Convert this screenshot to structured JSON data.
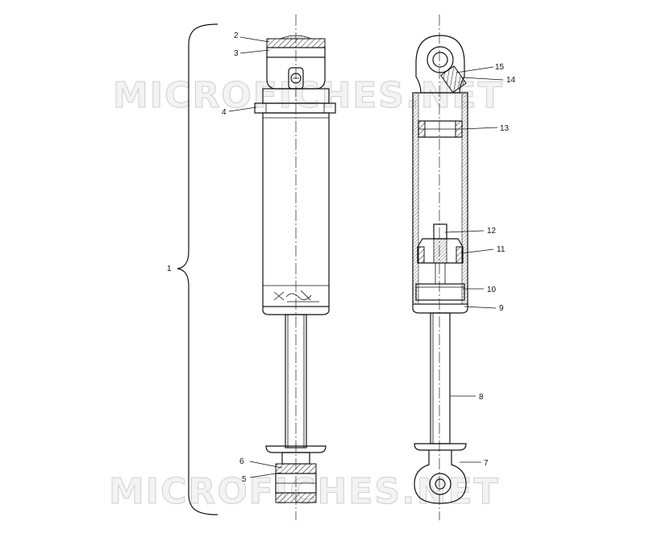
{
  "watermark": {
    "text": "MICROFICHES.NET"
  },
  "callouts": [
    {
      "id": "1",
      "text": "1"
    },
    {
      "id": "2",
      "text": "2"
    },
    {
      "id": "3",
      "text": "3"
    },
    {
      "id": "4",
      "text": "4"
    },
    {
      "id": "5",
      "text": "5"
    },
    {
      "id": "6",
      "text": "6"
    },
    {
      "id": "7",
      "text": "7"
    },
    {
      "id": "8",
      "text": "8"
    },
    {
      "id": "9",
      "text": "9"
    },
    {
      "id": "10",
      "text": "10"
    },
    {
      "id": "11",
      "text": "11"
    },
    {
      "id": "12",
      "text": "12"
    },
    {
      "id": "13",
      "text": "13"
    },
    {
      "id": "14",
      "text": "14"
    },
    {
      "id": "15",
      "text": "15"
    }
  ],
  "colors": {
    "line": "#111111",
    "background": "#ffffff",
    "watermark": "#cfcfcf"
  }
}
